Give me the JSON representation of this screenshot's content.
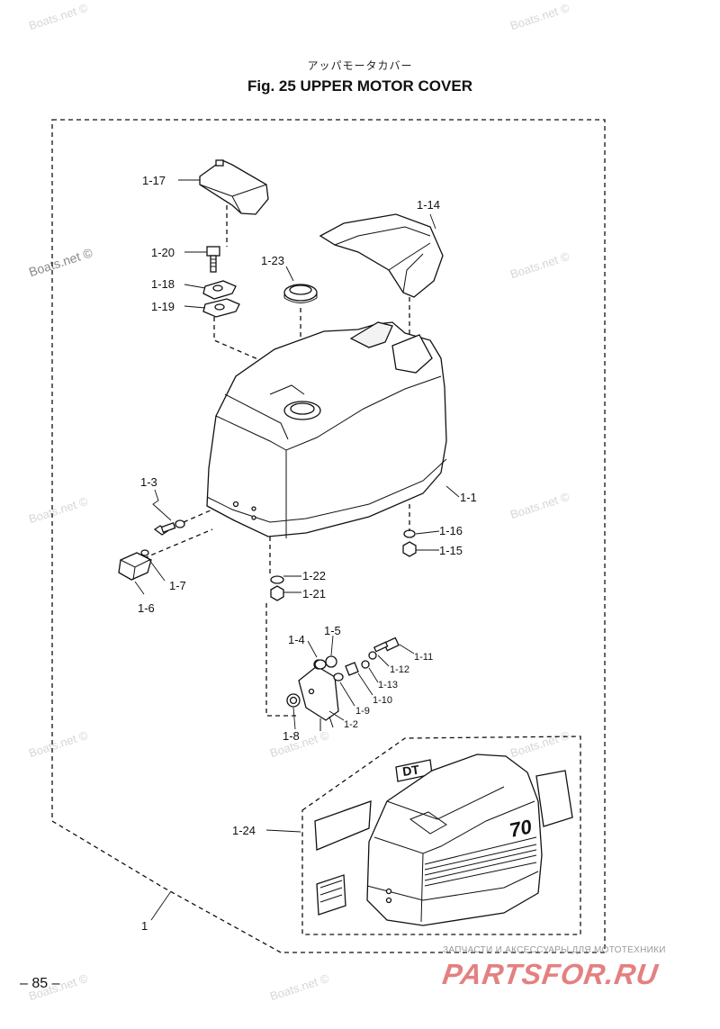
{
  "header": {
    "japanese_title": "アッパモータカバー",
    "figure_title": "Fig. 25    UPPER MOTOR COVER"
  },
  "watermark": "Boats.net ©",
  "callouts": {
    "p1_17": "1-17",
    "p1_14": "1-14",
    "p1_20": "1-20",
    "p1_23": "1-23",
    "p1_18": "1-18",
    "p1_19": "1-19",
    "p1_1": "1-1",
    "p1_3": "1-3",
    "p1_16": "1-16",
    "p1_15": "1-15",
    "p1_22": "1-22",
    "p1_21": "1-21",
    "p1_7": "1-7",
    "p1_6": "1-6",
    "p1_4": "1-4",
    "p1_5": "1-5",
    "p1_11": "1-11",
    "p1_12": "1-12",
    "p1_13": "1-13",
    "p1_10": "1-10",
    "p1_9": "1-9",
    "p1_2": "1-2",
    "p1_8": "1-8",
    "p1_24": "1-24",
    "p1": "1"
  },
  "decal_text": {
    "brand": "DT",
    "model": "70"
  },
  "footer": {
    "page_number": "– 85 –",
    "store_tagline": "ЗАПЧАСТИ И АКСЕССУАРЫ ДЛЯ МОТОТЕХНИКИ",
    "store_logo": "PARTSFOR.RU"
  }
}
